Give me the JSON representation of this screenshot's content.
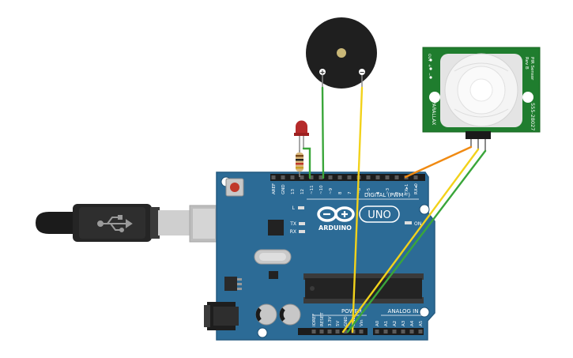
{
  "board": {
    "brand": "ARDUINO",
    "model": "UNO",
    "digital_header_label": "DIGITAL (PWM~)",
    "power_header_label": "POWER",
    "analog_header_label": "ANALOG IN",
    "led_l": "L",
    "led_tx": "TX",
    "led_rx": "RX",
    "led_on": "ON",
    "digital_pins": [
      "AREF",
      "GND",
      "13",
      "12",
      "~11",
      "~10",
      "~9",
      "8",
      "7",
      "~6",
      "~5",
      "4",
      "~3",
      "2",
      "TX▸1",
      "RX◂0"
    ],
    "power_pins": [
      "IOREF",
      "RESET",
      "3.3V",
      "5V",
      "GND",
      "GND",
      "Vin"
    ],
    "analog_pins": [
      "A0",
      "A1",
      "A2",
      "A3",
      "A4",
      "A5"
    ]
  },
  "buzzer": {
    "plus": "+",
    "minus": "−"
  },
  "pir": {
    "title": "PIR Sensor",
    "rev": "Rev B",
    "part": "555-28027",
    "brand": "PARALLAX",
    "pin_labels": [
      "OUT",
      "+",
      "−"
    ]
  },
  "colors": {
    "board": "#2c6b96",
    "pcb_green": "#1f7d2e",
    "wire_orange": "#f08a12",
    "wire_green": "#3aa63a",
    "wire_yellow": "#f2d21b"
  }
}
